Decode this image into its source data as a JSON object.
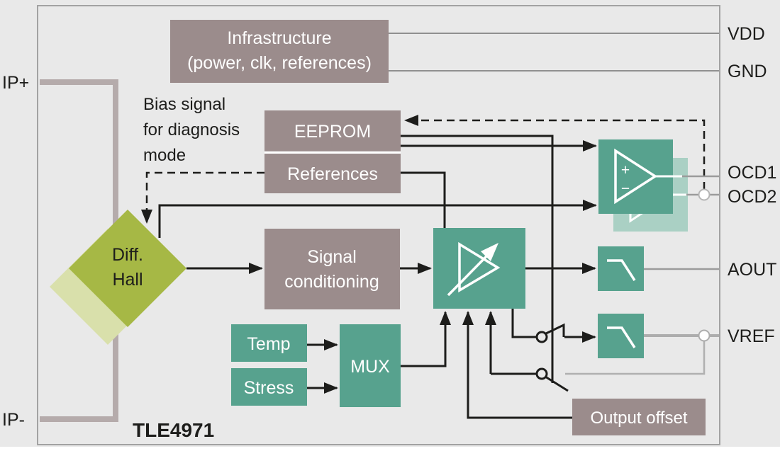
{
  "diagram": {
    "chip_label": "TLE4971",
    "pins": {
      "ip_plus": "IP+",
      "ip_minus": "IP-",
      "vdd": "VDD",
      "gnd": "GND",
      "ocd1": "OCD1",
      "ocd2": "OCD2",
      "aout": "AOUT",
      "vref": "VREF"
    },
    "blocks": {
      "infrastructure_line1": "Infrastructure",
      "infrastructure_line2": "(power, clk, references)",
      "eeprom": "EEPROM",
      "references": "References",
      "diff_hall_line1": "Diff.",
      "diff_hall_line2": "Hall",
      "signal_conditioning_line1": "Signal",
      "signal_conditioning_line2": "conditioning",
      "temp": "Temp",
      "stress": "Stress",
      "mux": "MUX",
      "output_offset": "Output offset",
      "comparator_plus": "+",
      "comparator_minus": "−"
    },
    "annotation": {
      "bias_line1": "Bias signal",
      "bias_line2": "for diagnosis",
      "bias_line3": "mode"
    },
    "colors": {
      "background": "#e9e9e9",
      "mauve": "#9b8c8c",
      "teal": "#57a28e",
      "teal_light": "#aad0c4",
      "olive": "#a6b845",
      "olive_light": "#d9e0ab",
      "rail": "#b5abab",
      "line_black": "#1d1d1b",
      "line_gray": "#9b9b9b"
    }
  }
}
